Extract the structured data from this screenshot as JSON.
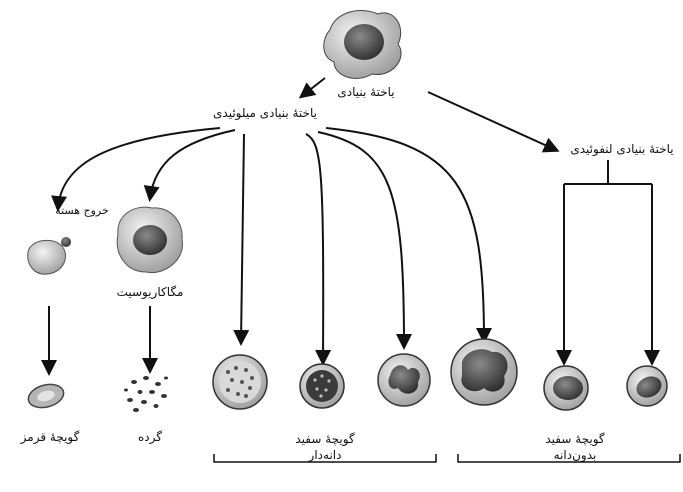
{
  "nodes": {
    "stem_cell": "یاختهٔ بنیادی",
    "myeloid_stem": "یاختهٔ بنیادی میلوئیدی",
    "lymphoid_stem": "یاختهٔ بنیادی لنفوئیدی",
    "nucleus_exit": "خروج هسته",
    "megakaryocyte": "مگاکاریوسیت",
    "red_cell": "گویچهٔ قرمز",
    "platelets": "گرده",
    "granular_wbc_line1": "گویچهٔ سفید",
    "granular_wbc_line2": "دانه‌دار",
    "agranular_wbc_line1": "گویچهٔ سفید",
    "agranular_wbc_line2": "بدون‌دانه"
  },
  "colors": {
    "line": "#111111",
    "cell_fill": "#cfcfcf",
    "nucleus": "#5a5a5a",
    "platelet": "#333333",
    "rbc": "#9a9a9a"
  }
}
